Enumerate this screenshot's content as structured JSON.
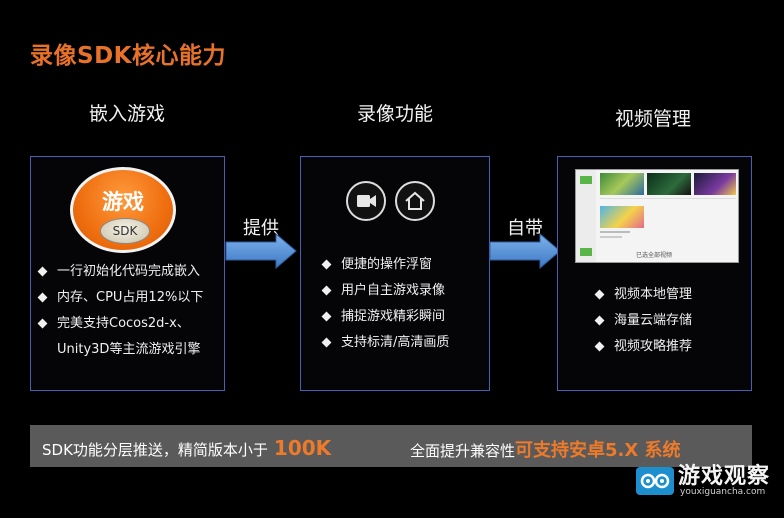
{
  "title": "录像SDK核心能力",
  "columns": [
    {
      "heading": "嵌入游戏",
      "badge_main": "游戏",
      "badge_sub": "SDK",
      "bullets": [
        "一行初始化代码完成嵌入",
        "内存、CPU占用12%以下",
        "完美支持Cocos2d-x、",
        "Unity3D等主流游戏引擎"
      ]
    },
    {
      "heading": "录像功能",
      "icons": [
        "video-camera-icon",
        "home-icon"
      ],
      "bullets": [
        "便捷的操作浮窗",
        "用户自主游戏录像",
        "捕捉游戏精彩瞬间",
        "支持标清/高清画质"
      ]
    },
    {
      "heading": "视频管理",
      "screenshot_label": "已选全部视频",
      "bullets": [
        "视频本地管理",
        "海量云端存储",
        "视频攻略推荐"
      ]
    }
  ],
  "arrows": [
    {
      "label": "提供"
    },
    {
      "label": "自带"
    }
  ],
  "bottom_bar": {
    "left_text": "SDK功能分层推送，精简版本小于",
    "left_highlight": "100K",
    "right_text": "全面提升兼容性",
    "right_highlight": "可支持安卓5.X 系统"
  },
  "watermark": {
    "name": "游戏观察",
    "url": "youxiguancha.com"
  },
  "colors": {
    "accent": "#e8722a",
    "panel_border": "#4a5fb3",
    "arrow": "#4f8fd6",
    "bar_bg": "#5a5a5a"
  }
}
